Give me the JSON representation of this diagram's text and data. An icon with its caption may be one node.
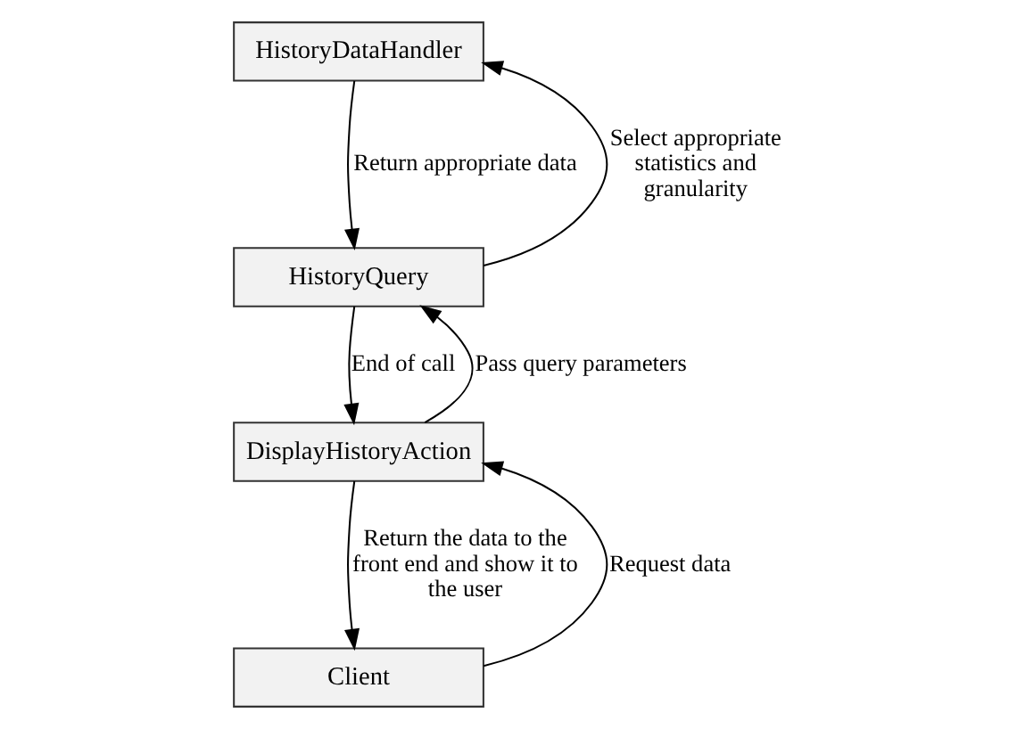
{
  "diagram": {
    "nodes": [
      {
        "text": [
          "HistoryDataHandler"
        ]
      },
      {
        "text": [
          "HistoryQuery"
        ]
      },
      {
        "text": [
          "DisplayHistoryAction"
        ]
      },
      {
        "text": [
          "Client"
        ]
      }
    ],
    "edges": [
      {
        "from": 0,
        "to": 1,
        "arrow": "to",
        "label": "Return appropriate data"
      },
      {
        "from": 1,
        "to": 0,
        "arrow": "to",
        "label": "Select appropriate statistics and granularity"
      },
      {
        "from": 1,
        "to": 2,
        "arrow": "to",
        "label": "End of call"
      },
      {
        "from": 2,
        "to": 1,
        "arrow": "to",
        "label": "Pass query parameters"
      },
      {
        "from": 2,
        "to": 3,
        "arrow": "to",
        "label": "Return the data to the front end and show it to the user"
      },
      {
        "from": 3,
        "to": 2,
        "arrow": "to",
        "label": "Request data"
      }
    ]
  }
}
